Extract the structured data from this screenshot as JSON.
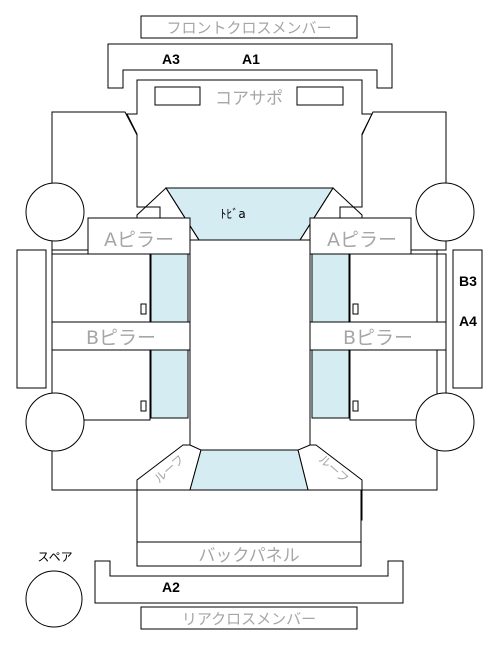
{
  "labels": {
    "front_cross_member": "フロントクロスメンバー",
    "core_support": "コアサポ",
    "a_pillar_left": "Aピラー",
    "a_pillar_right": "Aピラー",
    "b_pillar_left": "Bピラー",
    "b_pillar_right": "Bピラー",
    "back_panel": "バックパネル",
    "rear_cross_member": "リアクロスメンバー",
    "spare": "スペア",
    "roof_left": "ルーフ",
    "roof_right": "ルーフ",
    "door": "ﾄﾋﾞa"
  },
  "codes": {
    "a3": "A3",
    "a1": "A1",
    "b3": "B3",
    "a4": "A4",
    "a2": "A2"
  },
  "colors": {
    "glass": "#d5ecf2",
    "line": "#000000",
    "label_grey": "#a6a6a6"
  }
}
